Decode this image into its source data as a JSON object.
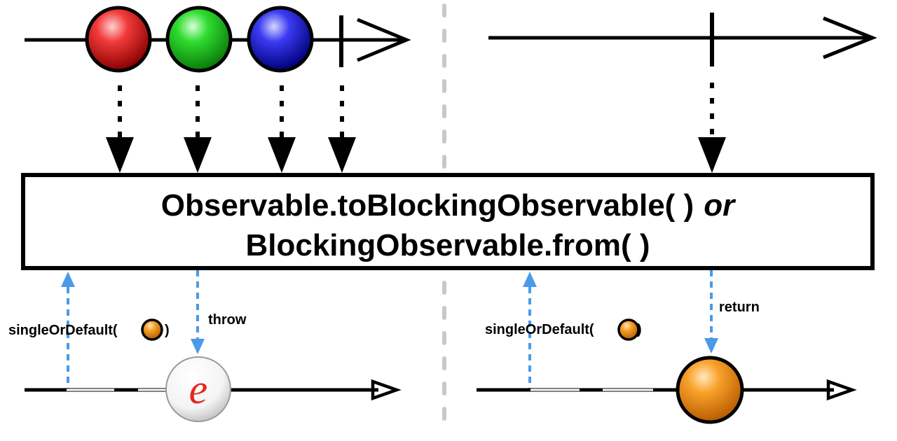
{
  "operator": {
    "line1_prefix": "Observable.toBlockingObservable( )",
    "line1_or": "or",
    "line2": "BlockingObservable.from( )"
  },
  "left_panel": {
    "source_items": [
      {
        "name": "red",
        "color": "#e01818"
      },
      {
        "name": "green",
        "color": "#19c619"
      },
      {
        "name": "blue",
        "color": "#2020e0"
      }
    ],
    "call_label_prefix": "singleOrDefault(",
    "call_label_suffix": ")",
    "result_label": "throw",
    "error_symbol": "e"
  },
  "right_panel": {
    "call_label_prefix": "singleOrDefault(",
    "call_label_suffix": ")",
    "result_label": "return",
    "result_item_color": "#f5940f"
  },
  "colors": {
    "line": "#000000",
    "call_arrow": "#4a9ae8",
    "default_item": "#f5940f",
    "error": "#e8261c"
  }
}
